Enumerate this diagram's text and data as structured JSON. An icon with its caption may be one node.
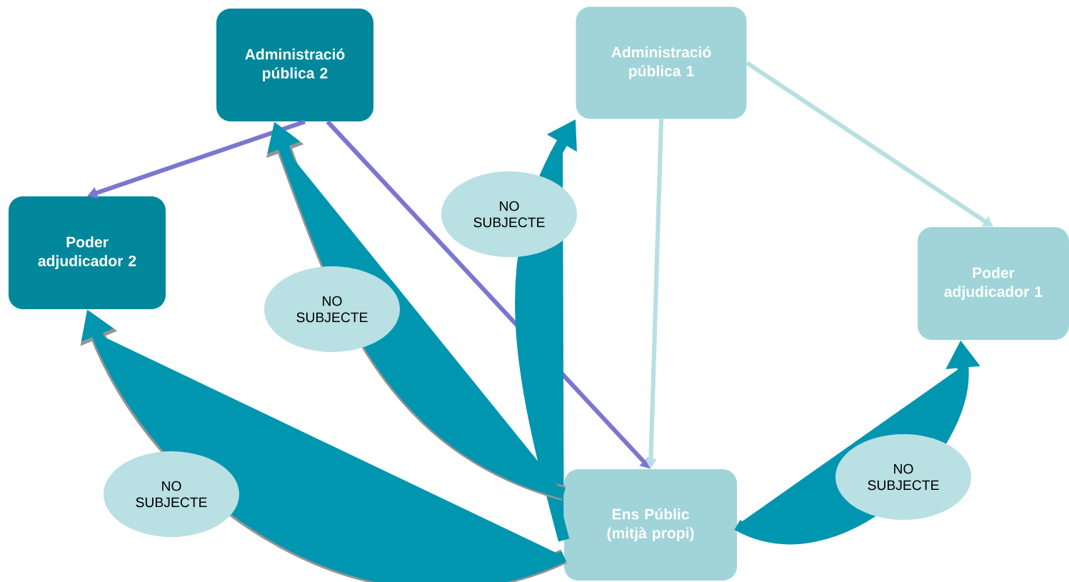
{
  "diagram": {
    "nodes": [
      {
        "text": [
          "Administració pública 2"
        ]
      },
      {
        "text": [
          "Administració pública 1"
        ]
      },
      {
        "text": [
          "Poder adjudicador 2"
        ]
      },
      {
        "text": [
          "Poder adjudicador 1"
        ]
      },
      {
        "text": [
          "Ens Públic (mitjà propi)"
        ]
      }
    ],
    "edges": [
      {
        "from": 0,
        "to": 2,
        "arrow": "to",
        "color": "#7b76d0"
      },
      {
        "from": 0,
        "to": 4,
        "arrow": "to",
        "color": "#7b76d0"
      },
      {
        "from": 1,
        "to": 3,
        "arrow": "to",
        "color": "#b8e0e3"
      },
      {
        "from": 1,
        "to": 4,
        "arrow": "to",
        "color": "#b8e0e3"
      },
      {
        "from": 4,
        "to": 1,
        "arrow": "to",
        "style": "thick",
        "label": "NO SUBJECTE"
      },
      {
        "from": 4,
        "to": 0,
        "arrow": "to",
        "style": "thick",
        "label": "NO SUBJECTE"
      },
      {
        "from": 4,
        "to": 2,
        "arrow": "to",
        "style": "thick",
        "label": "NO SUBJECTE"
      },
      {
        "from": 4,
        "to": 3,
        "arrow": "to",
        "style": "thick",
        "label": "NO SUBJECTE"
      }
    ]
  }
}
